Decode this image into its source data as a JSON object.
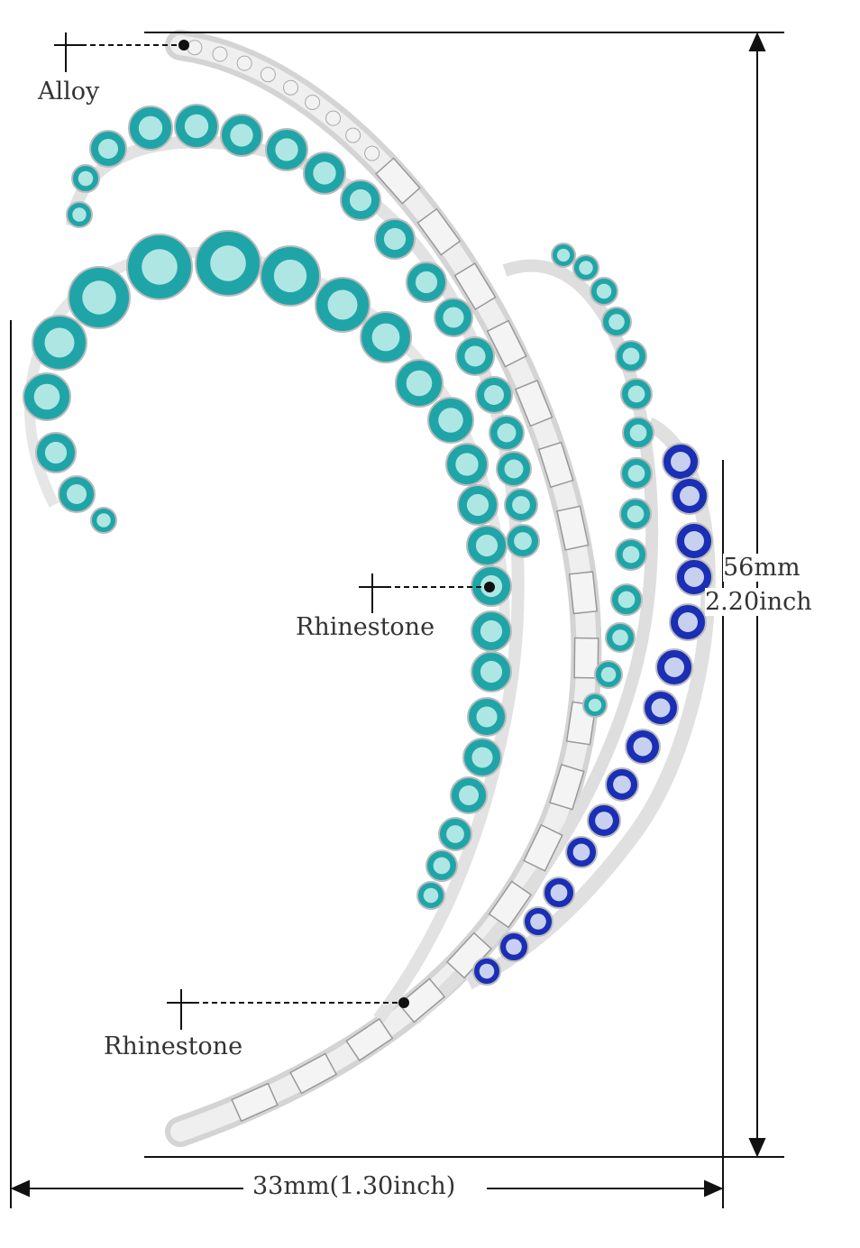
{
  "labels": {
    "alloy": "Alloy",
    "rhinestone_upper": "Rhinestone",
    "rhinestone_lower": "Rhinestone",
    "height_mm": "56mm",
    "height_inch": "2.20inch",
    "width": "33mm(1.30inch)"
  },
  "colors": {
    "teal_gem": "#1fa5a8",
    "blue_gem": "#1a2fb5",
    "alloy": "#d9d9d9",
    "dimension_line": "#111111"
  }
}
